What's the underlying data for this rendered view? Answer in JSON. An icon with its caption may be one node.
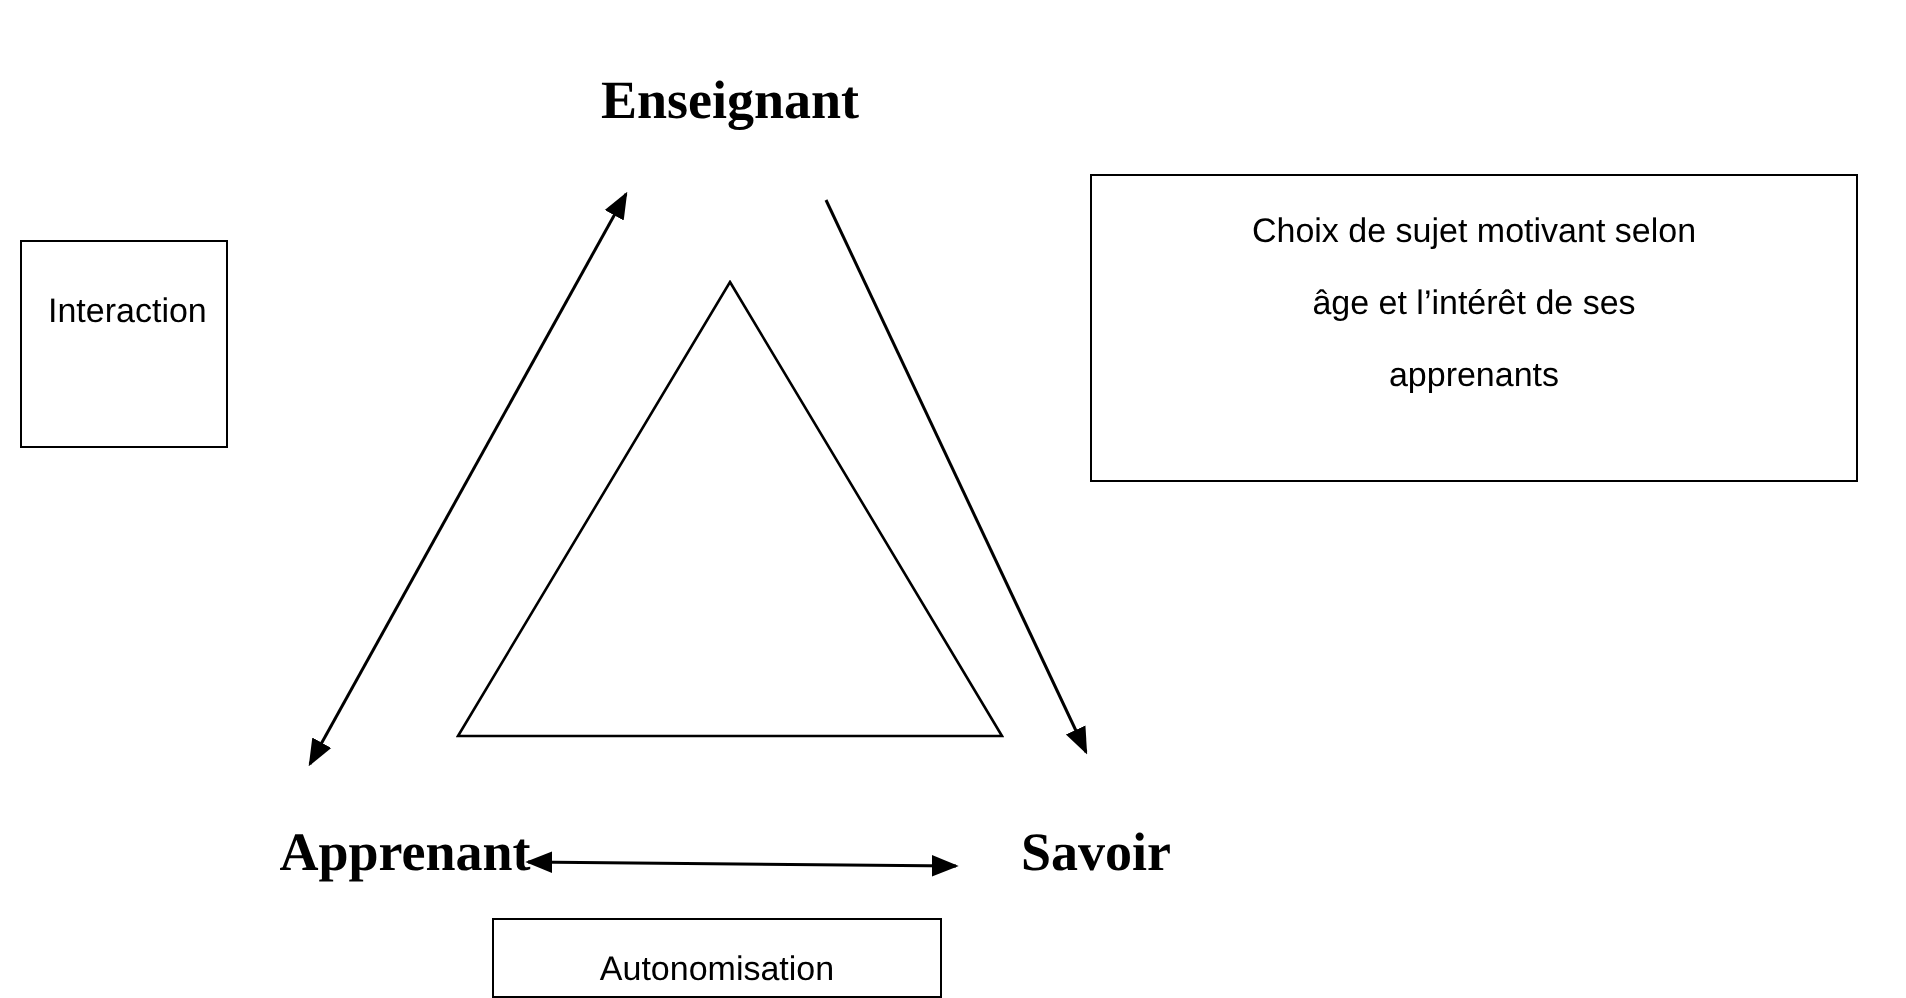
{
  "diagram": {
    "nodes": [
      {
        "text": [
          "Enseignant"
        ]
      },
      {
        "text": [
          "Apprenant"
        ]
      },
      {
        "text": [
          "Savoir"
        ]
      },
      {
        "text": [],
        "shape": "triangle"
      },
      {
        "text": [
          "Interaction"
        ]
      },
      {
        "text": [
          "Choix de sujet motivant selon âge et l’intérêt de ses apprenants"
        ]
      },
      {
        "text": [
          "Autonomisation"
        ]
      }
    ],
    "edges": [
      {
        "from": 0,
        "to": 1,
        "arrow": "both"
      },
      {
        "from": 0,
        "to": 2,
        "arrow": "to"
      },
      {
        "from": 1,
        "to": 2,
        "arrow": "both"
      }
    ]
  }
}
